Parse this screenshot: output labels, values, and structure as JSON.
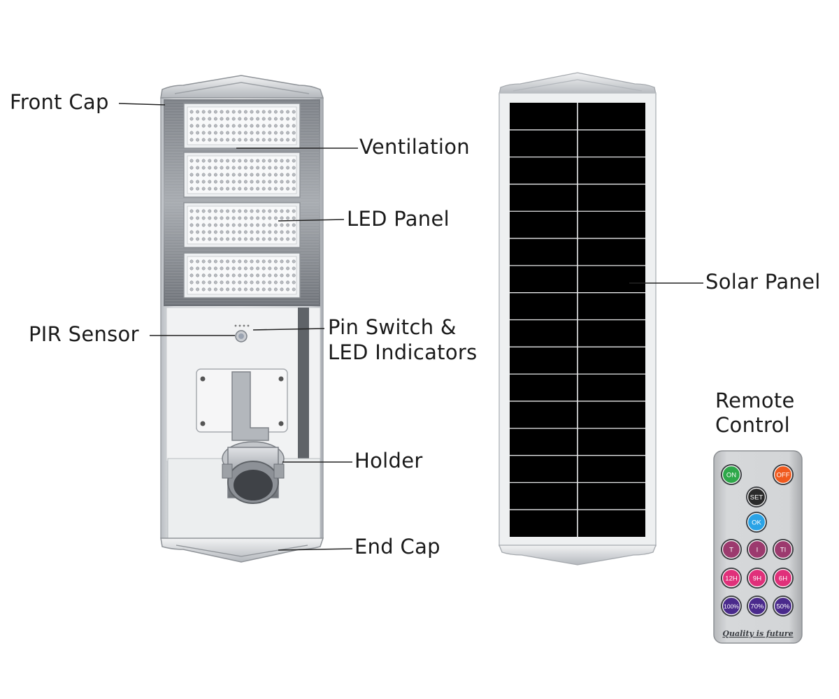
{
  "labels": {
    "front_cap": "Front Cap",
    "ventilation": "Ventilation",
    "led_panel": "LED Panel",
    "pir_sensor": "PIR Sensor",
    "pin_switch_line1": "Pin Switch &",
    "pin_switch_line2": "LED Indicators",
    "holder": "Holder",
    "end_cap": "End Cap",
    "solar_panel": "Solar Panel",
    "remote_line1": "Remote",
    "remote_line2": "Control"
  },
  "remote": {
    "on": "ON",
    "off": "OFF",
    "set": "SET",
    "ok": "OK",
    "t": "T",
    "i": "I",
    "ti": "TI",
    "h12": "12H",
    "h9": "9H",
    "h6": "6H",
    "p100": "100%",
    "p70": "70%",
    "p50": "50%",
    "brand": "Quality is future"
  },
  "colors": {
    "on": "#2ea84a",
    "off": "#f05a1e",
    "set": "#2a2a2a",
    "ok": "#2aa3e6",
    "timer": "#9c3a6e",
    "hours": "#e0307a",
    "percent": "#4a2a8c",
    "solar": "#000000",
    "housing": "#d9dcdf"
  }
}
